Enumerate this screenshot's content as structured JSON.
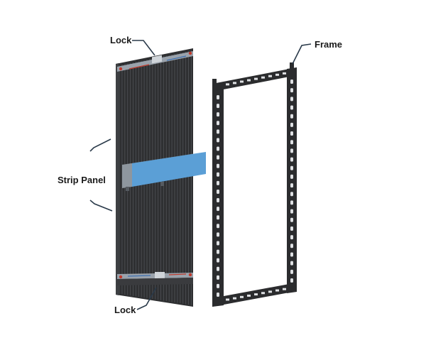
{
  "labels": {
    "lock_top": "Lock",
    "frame": "Frame",
    "strip_panel": "Strip Panel",
    "lock_bottom": "Lock"
  },
  "colors": {
    "panel_body": "#2e2f31",
    "panel_strip_line": "#4a4c50",
    "frame_body": "#2b2c2e",
    "frame_slot": "#dfe1e4",
    "lock_bar": "#9aa2ab",
    "lock_accent": "#c0392b",
    "box_front": "#5b9fd6",
    "box_top": "#b9c3cc",
    "box_side": "#8e969e",
    "leader_line": "#2a3a4a"
  }
}
